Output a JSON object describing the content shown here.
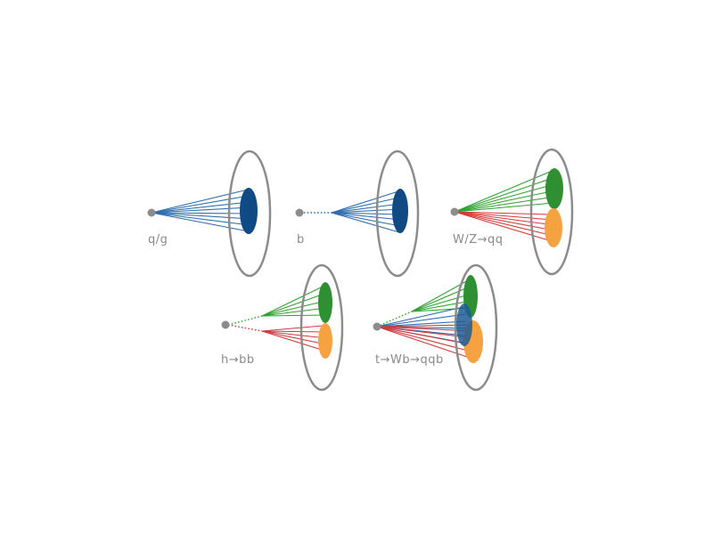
{
  "diagram": {
    "jets": [
      {
        "id": "qg",
        "label": "q/g",
        "colors": {
          "core": "#0f4a85"
        }
      },
      {
        "id": "b",
        "label": "b",
        "colors": {
          "core": "#0f4a85"
        }
      },
      {
        "id": "wz",
        "label": "W/Z→qq",
        "colors": {
          "prong1": "#2f8f33",
          "prong2": "#f7a240"
        }
      },
      {
        "id": "h",
        "label": "h→bb",
        "colors": {
          "prong1": "#2f8f33",
          "prong2": "#f7a240"
        }
      },
      {
        "id": "t",
        "label": "t→Wb→qqb",
        "colors": {
          "prong1": "#2f8f33",
          "prong2": "#f7a240",
          "prong3": "#1f5c95"
        }
      }
    ]
  }
}
